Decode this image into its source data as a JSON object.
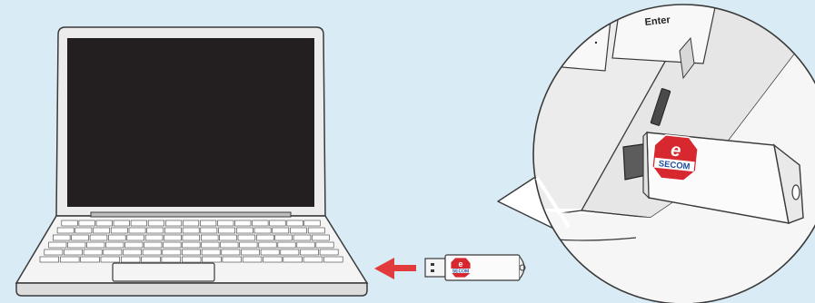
{
  "colors": {
    "background": "#d9ecf6",
    "screen": "#231f20",
    "body": "#ececec",
    "outline": "#3a3a3a",
    "arrow": "#e23b3b",
    "brand_red": "#d7282f",
    "brand_blue": "#1d4f9c"
  },
  "keyboard": {
    "enter_key": "Enter",
    "period_key": "."
  },
  "logo": {
    "letter": "e",
    "brand": "SECOM"
  },
  "arrow": {
    "direction": "left",
    "meaning": "insert-usb"
  }
}
